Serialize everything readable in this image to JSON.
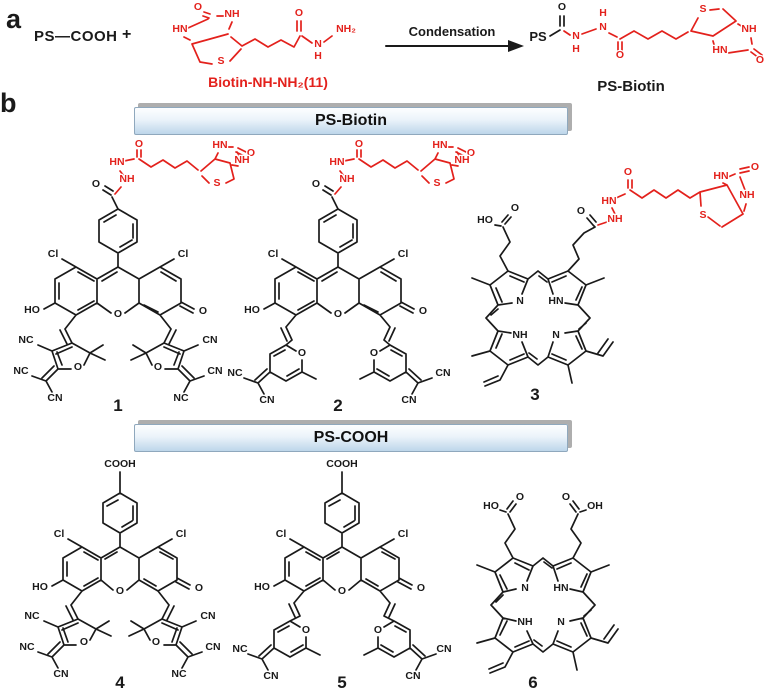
{
  "panels": {
    "a_label": "a",
    "b_label": "b"
  },
  "reaction": {
    "reactant": "PS—COOH",
    "plus": "+",
    "arrow_label": "Condensation",
    "reagent_name": "Biotin-NH-NH₂(11)",
    "product_name": "PS-Biotin",
    "reactant_biotin_atoms": {
      "o_urea": "O",
      "hn": "HN",
      "nh": "NH",
      "s": "S",
      "o_acyl": "O",
      "n": "N",
      "h": "H",
      "nh2": "NH₂"
    },
    "product_atoms": {
      "ps": "PS",
      "o_acyl": "O",
      "n1": "N",
      "h1": "H",
      "h2": "H",
      "n2": "N",
      "o_acyl2": "O",
      "s": "S",
      "nh_ring": "NH",
      "hn_ring": "HN",
      "o_urea": "O"
    }
  },
  "banners": {
    "biotin": "PS-Biotin",
    "cooh": "PS-COOH"
  },
  "colors": {
    "biotin_red": "#e3211c",
    "bond_black": "#1a1a1a",
    "banner_blue": "#bdd6ea"
  },
  "structures": {
    "s1": {
      "number": "1",
      "cl_left": "Cl",
      "cl_right": "Cl",
      "ho": "HO",
      "o_xanthene": "O",
      "o_ketone": "O",
      "tag": {
        "o_benzoyl": "O",
        "nh": "NH",
        "hn": "HN",
        "o_acyl": "O",
        "hn_ring": "HN",
        "o_urea": "O",
        "nh_ring": "NH",
        "s": "S"
      },
      "arm_left": {
        "ring_nitrile": "NC",
        "o": "O",
        "exo_side": "NC",
        "exo_down": "CN"
      },
      "arm_right": {
        "ring_nitrile": "CN",
        "o": "O",
        "exo_side": "CN",
        "exo_down": "NC"
      }
    },
    "s2": {
      "number": "2",
      "cl_left": "Cl",
      "cl_right": "Cl",
      "ho": "HO",
      "o_xanthene": "O",
      "o_ketone": "O",
      "tag": {
        "o_benzoyl": "O",
        "nh": "NH",
        "hn": "HN",
        "o_acyl": "O",
        "hn_ring": "HN",
        "o_urea": "O",
        "nh_ring": "NH",
        "s": "S"
      },
      "arm_left": {
        "o": "O",
        "exo_side": "NC",
        "exo_down": "CN"
      },
      "arm_right": {
        "o": "O",
        "exo_side": "CN",
        "exo_down": "CN"
      }
    },
    "s3": {
      "number": "3",
      "n_tl": "N",
      "n_tr": "HN",
      "n_bl": "NH",
      "n_br": "N",
      "ho": "HO",
      "o_acid": "O",
      "o_amide": "O",
      "tag": {
        "nh": "NH",
        "hn": "HN",
        "o_acyl": "O",
        "hn_ring": "HN",
        "o_urea": "O",
        "nh_ring": "NH",
        "s": "S"
      }
    },
    "s4": {
      "number": "4",
      "cooh": "COOH",
      "cl_left": "Cl",
      "cl_right": "Cl",
      "ho": "HO",
      "o_xanthene": "O",
      "o_ketone": "O",
      "arm_left": {
        "ring_nitrile": "NC",
        "o": "O",
        "exo_side": "NC",
        "exo_down": "CN"
      },
      "arm_right": {
        "ring_nitrile": "CN",
        "o": "O",
        "exo_side": "CN",
        "exo_down": "NC"
      }
    },
    "s5": {
      "number": "5",
      "cooh": "COOH",
      "cl_left": "Cl",
      "cl_right": "Cl",
      "ho": "HO",
      "o_xanthene": "O",
      "o_ketone": "O",
      "arm_left": {
        "o": "O",
        "exo_side": "NC",
        "exo_down": "CN"
      },
      "arm_right": {
        "o": "O",
        "exo_side": "CN",
        "exo_down": "CN"
      }
    },
    "s6": {
      "number": "6",
      "n_tl": "N",
      "n_tr": "HN",
      "n_bl": "NH",
      "n_br": "N",
      "ho": "HO",
      "o_acid_left": "O",
      "o_acid_right": "O",
      "oh": "OH"
    }
  }
}
